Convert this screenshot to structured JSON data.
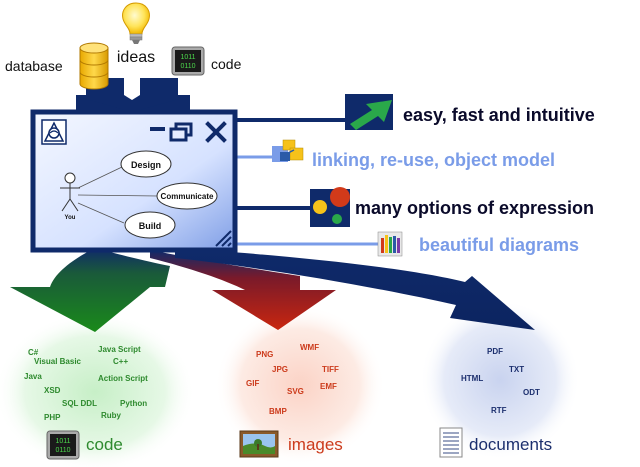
{
  "inputs": {
    "database": "database",
    "ideas": "ideas",
    "code": "code",
    "binary_top": "1011",
    "binary_bottom": "0110"
  },
  "window": {
    "usecases": [
      "Design",
      "Communicate",
      "Build"
    ],
    "actor": "You"
  },
  "features": [
    {
      "text": "easy, fast and intuitive",
      "color": "#0a0a2a"
    },
    {
      "text": "linking, re-use, object model",
      "color": "#7a9ce8"
    },
    {
      "text": "many options of expression",
      "color": "#0a0a2a"
    },
    {
      "text": "beautiful diagrams",
      "color": "#7a9ce8"
    }
  ],
  "outputs": {
    "code": {
      "label": "code",
      "color": "#2e8a2e",
      "items": [
        "C#",
        "Java Script",
        "Visual Basic",
        "C++",
        "Java",
        "Action Script",
        "XSD",
        "SQL DDL",
        "Python",
        "PHP",
        "Ruby"
      ]
    },
    "images": {
      "label": "images",
      "color": "#cc3b1c",
      "items": [
        "PNG",
        "WMF",
        "JPG",
        "TIFF",
        "GIF",
        "SVG",
        "EMF",
        "BMP"
      ]
    },
    "documents": {
      "label": "documents",
      "color": "#1c2f6e",
      "items": [
        "PDF",
        "HTML",
        "TXT",
        "ODT",
        "RTF"
      ]
    }
  },
  "colors": {
    "navy": "#0f2a6a",
    "window_bg": "#dfe8ff",
    "green": "#1a8a1a",
    "red": "#c02010",
    "light_blue": "#7a9ce8"
  }
}
